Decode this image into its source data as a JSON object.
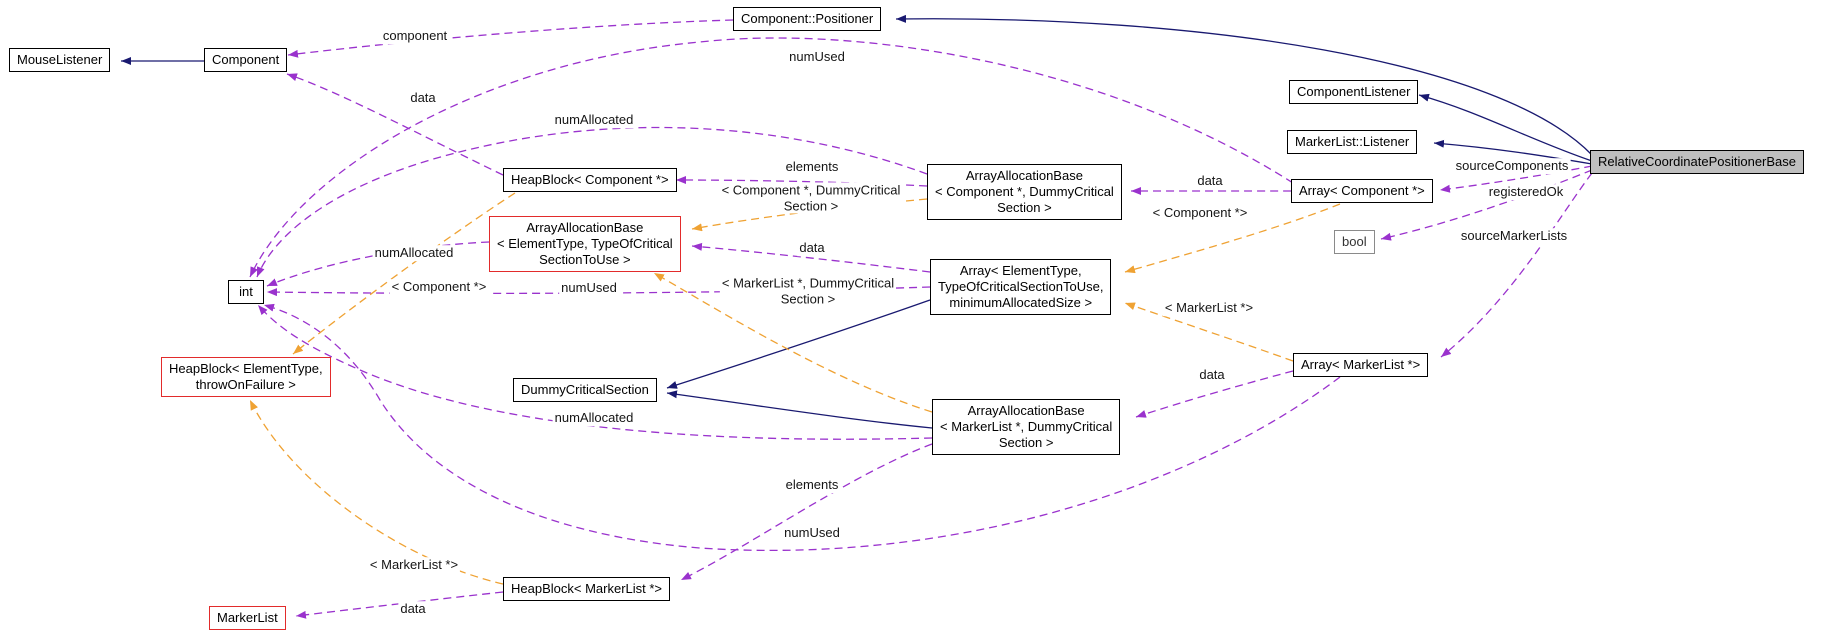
{
  "diagram": {
    "type": "doxygen-collaboration-graph",
    "nodes": {
      "mouseListener": {
        "label": "MouseListener"
      },
      "component": {
        "label": "Component"
      },
      "componentPositioner": {
        "label": "Component::Positioner"
      },
      "componentListener": {
        "label": "ComponentListener"
      },
      "markerListListener": {
        "label": "MarkerList::Listener"
      },
      "relativeBase": {
        "label": "RelativeCoordinatePositionerBase"
      },
      "heapBlockComponent": {
        "label": "HeapBlock< Component *>"
      },
      "aabComponent": {
        "label": "ArrayAllocationBase\n< Component *, DummyCritical\nSection >"
      },
      "arrayComponent": {
        "label": "Array< Component *>"
      },
      "aabGeneric": {
        "label": "ArrayAllocationBase\n< ElementType, TypeOfCritical\nSectionToUse >"
      },
      "bool": {
        "label": "bool"
      },
      "int": {
        "label": "int"
      },
      "arrayGeneric": {
        "label": "Array< ElementType,\nTypeOfCriticalSectionToUse,\nminimumAllocatedSize >"
      },
      "heapBlockGeneric": {
        "label": "HeapBlock< ElementType,\nthrowOnFailure >"
      },
      "dummyCriticalSection": {
        "label": "DummyCriticalSection"
      },
      "arrayMarkerList": {
        "label": "Array< MarkerList *>"
      },
      "aabMarkerList": {
        "label": "ArrayAllocationBase\n< MarkerList *, DummyCritical\nSection >"
      },
      "heapBlockMarkerList": {
        "label": "HeapBlock< MarkerList *>"
      },
      "markerList": {
        "label": "MarkerList"
      }
    },
    "edge_labels": {
      "component": "component",
      "numUsedTop": "numUsed",
      "dataHeapComponent": "data",
      "numAllocatedTop": "numAllocated",
      "elementsTop": "elements",
      "tmplAabComponent": "< Component *, DummyCritical\nSection >",
      "dataArrayComponent": "data",
      "tmplArrayComponent": "< Component *>",
      "sourceComponents": "sourceComponents",
      "registeredOk": "registeredOk",
      "sourceMarkerLists": "sourceMarkerLists",
      "numAllocatedMid": "numAllocated",
      "tmplHeapComponent": "< Component *>",
      "numUsedMid": "numUsed",
      "dataArrayGeneric": "data",
      "tmplAabMarkerList": "< MarkerList *, DummyCritical\nSection >",
      "tmplArrayMarkerList": "< MarkerList *>",
      "dataArrayMarkerList": "data",
      "numAllocatedBottom": "numAllocated",
      "elementsBottom": "elements",
      "numUsedBottom": "numUsed",
      "tmplHeapMarkerList": "< MarkerList *>",
      "dataHeapMarkerList": "data"
    },
    "colors": {
      "inheritance_edge": "#191970",
      "usage_edge": "#9a32cd",
      "template_edge": "#efa233",
      "highlight_fill": "#bfbfbf",
      "truncated_border": "#e22b2b"
    }
  }
}
